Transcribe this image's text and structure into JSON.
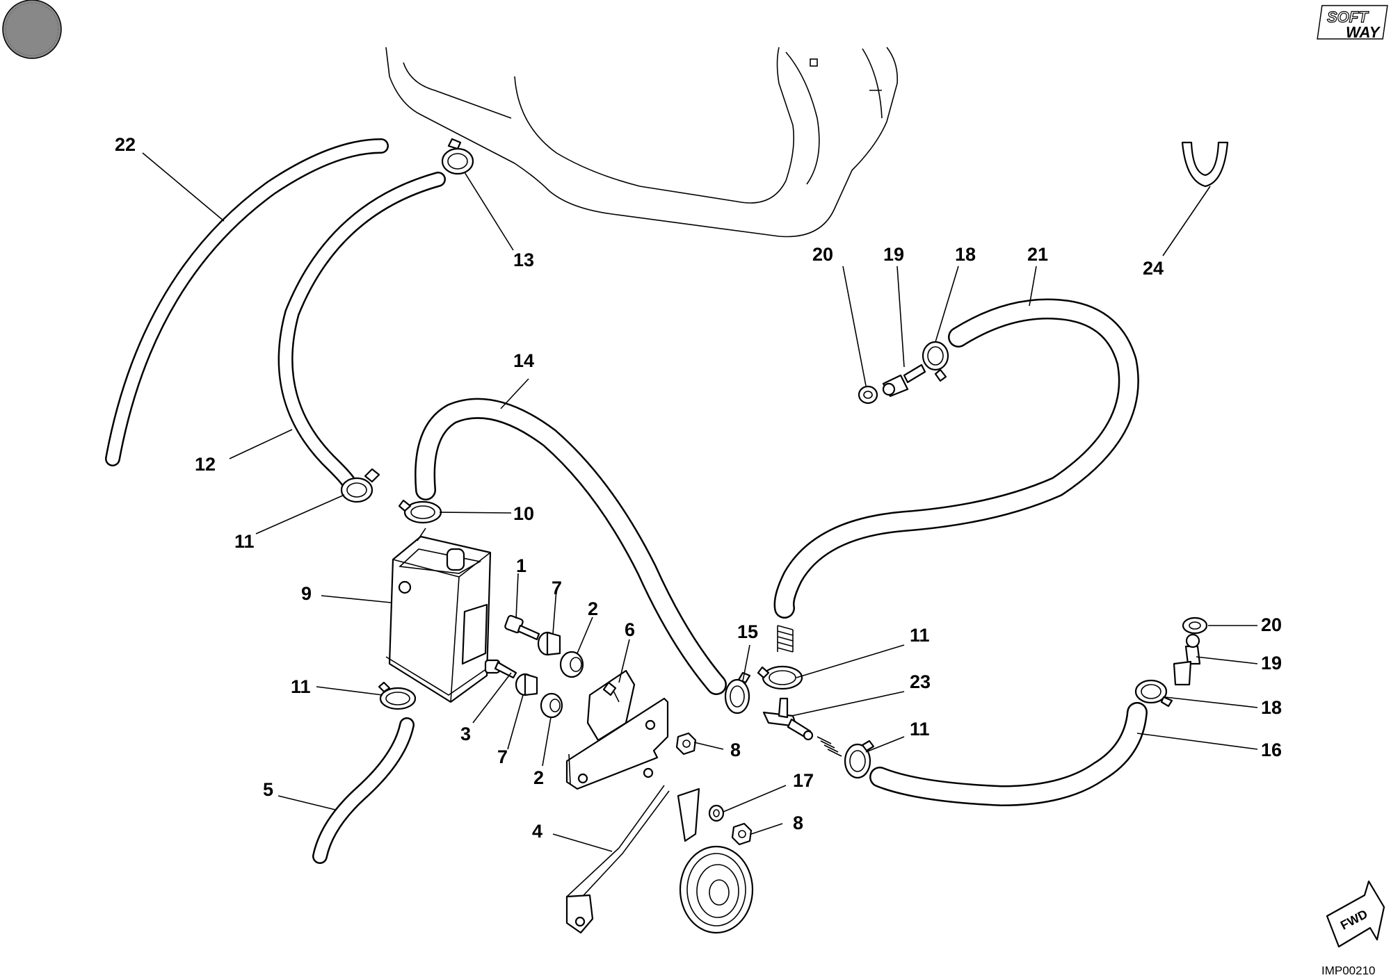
{
  "drawing_code": "IMP00210",
  "brand": {
    "line1": "SOFT",
    "line2": "WAY"
  },
  "fwd_label": "FWD",
  "callouts": {
    "c1": "1",
    "c2a": "2",
    "c2b": "2",
    "c3": "3",
    "c4": "4",
    "c5": "5",
    "c6": "6",
    "c7a": "7",
    "c7b": "7",
    "c8a": "8",
    "c8b": "8",
    "c9": "9",
    "c10": "10",
    "c11a": "11",
    "c11b": "11",
    "c11c": "11",
    "c11d": "11",
    "c12": "12",
    "c13": "13",
    "c14": "14",
    "c15": "15",
    "c16": "16",
    "c17": "17",
    "c18a": "18",
    "c18b": "18",
    "c19a": "19",
    "c19b": "19",
    "c20a": "20",
    "c20b": "20",
    "c21": "21",
    "c22": "22",
    "c23": "23",
    "c24": "24"
  }
}
